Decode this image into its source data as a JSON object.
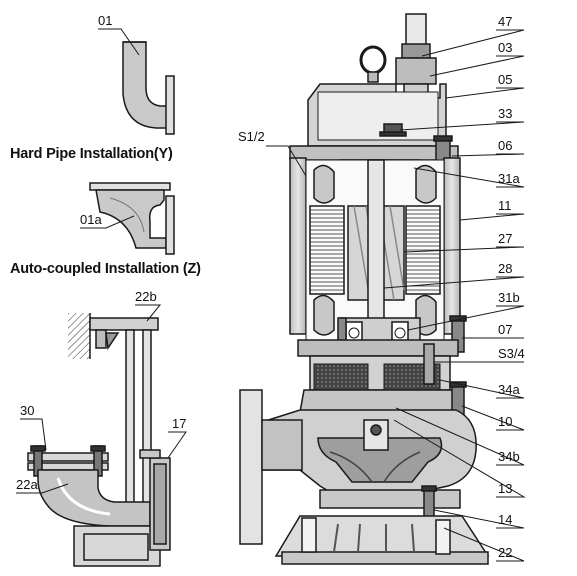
{
  "captions": {
    "hard_pipe": "Hard Pipe  Installation(Y)",
    "auto_coupled": "Auto-coupled Installation (Z)"
  },
  "labels": {
    "l01": "01",
    "l01a": "01a",
    "l22b": "22b",
    "l30": "30",
    "l17": "17",
    "l22a": "22a",
    "lS12": "S1/2",
    "l47": "47",
    "l03": "03",
    "l05": "05",
    "l33": "33",
    "l06": "06",
    "l31a": "31a",
    "l11": "11",
    "l27": "27",
    "l28": "28",
    "l31b": "31b",
    "l07": "07",
    "lS34": "S3/4",
    "l34a": "34a",
    "l10": "10",
    "l34b": "34b",
    "l13": "13",
    "l14": "14",
    "l22": "22"
  },
  "colors": {
    "metal": "#d2d2d2",
    "metal_dark": "#a8a8a8",
    "metal_light": "#eeeeee",
    "outline": "#1a1a1a",
    "seal": "#5a5a5a"
  }
}
